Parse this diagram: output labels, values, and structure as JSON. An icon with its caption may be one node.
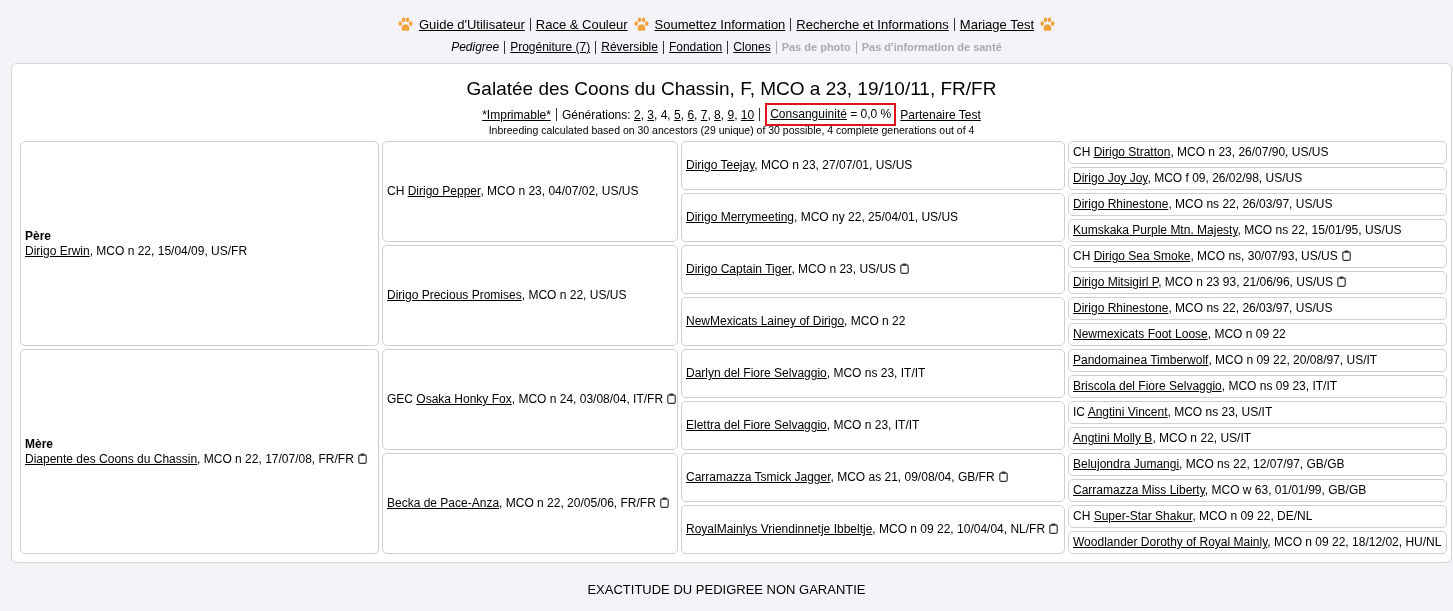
{
  "diagram": {
    "title": "Galatée des Coons du Chassin, F, MCO a 23, 19/10/11, FR/FR",
    "caption": "EXACTITUDE DU PEDIGREE NON GARANTIE",
    "nodes": [
      {
        "text": [
          "Consanguinité = 0,0 %"
        ]
      },
      {
        "text": [
          "Père",
          "Dirigo Erwin, MCO n 22, 15/04/09, US/FR"
        ]
      },
      {
        "text": [
          "CH Dirigo Pepper, MCO n 23, 04/07/02, US/US"
        ]
      },
      {
        "text": [
          "Dirigo Teejay, MCO n 23, 27/07/01, US/US"
        ]
      },
      {
        "text": [
          "CH Dirigo Stratton, MCO n 23, 26/07/90, US/US"
        ]
      },
      {
        "text": [
          "Dirigo Joy Joy, MCO f 09, 26/02/98, US/US"
        ]
      },
      {
        "text": [
          "Dirigo Merrymeeting, MCO ny 22, 25/04/01, US/US"
        ]
      },
      {
        "text": [
          "Dirigo Rhinestone, MCO ns 22, 26/03/97, US/US"
        ]
      },
      {
        "text": [
          "Kumskaka Purple Mtn. Majesty, MCO ns 22, 15/01/95, US/US"
        ]
      },
      {
        "text": [
          "Dirigo Precious Promises, MCO n 22, US/US"
        ]
      },
      {
        "text": [
          "Dirigo Captain Tiger, MCO n 23, US/US"
        ]
      },
      {
        "text": [
          "CH Dirigo Sea Smoke, MCO ns, 30/07/93, US/US"
        ]
      },
      {
        "text": [
          "Dirigo Mitsigirl P, MCO n 23 93, 21/06/96, US/US"
        ]
      },
      {
        "text": [
          "NewMexicats Lainey of Dirigo, MCO n 22"
        ]
      },
      {
        "text": [
          "Dirigo Rhinestone, MCO ns 22, 26/03/97, US/US"
        ]
      },
      {
        "text": [
          "Newmexicats Foot Loose, MCO n 09 22"
        ]
      },
      {
        "text": [
          "Mère",
          "Diapente des Coons du Chassin, MCO n 22, 17/07/08, FR/FR"
        ]
      },
      {
        "text": [
          "GEC Osaka Honky Fox, MCO n 24, 03/08/04, IT/FR"
        ]
      },
      {
        "text": [
          "Darlyn del Fiore Selvaggio, MCO ns 23, IT/IT"
        ]
      },
      {
        "text": [
          "Pandomainea Timberwolf, MCO n 09 22, 20/08/97, US/IT"
        ]
      },
      {
        "text": [
          "Briscola del Fiore Selvaggio, MCO ns 09 23, IT/IT"
        ]
      },
      {
        "text": [
          "Elettra del Fiore Selvaggio, MCO n 23, IT/IT"
        ]
      },
      {
        "text": [
          "IC Angtini Vincent, MCO ns 23, US/IT"
        ]
      },
      {
        "text": [
          "Angtini Molly B, MCO n 22, US/IT"
        ]
      },
      {
        "text": [
          "Becka de Pace-Anza, MCO n 22, 20/05/06, FR/FR"
        ]
      },
      {
        "text": [
          "Carramazza Tsmick Jagger, MCO as 21, 09/08/04, GB/FR"
        ]
      },
      {
        "text": [
          "Belujondra Jumangi, MCO ns 22, 12/07/97, GB/GB"
        ]
      },
      {
        "text": [
          "Carramazza Miss Liberty, MCO w 63, 01/01/99, GB/GB"
        ]
      },
      {
        "text": [
          "RoyalMainlys Vriendinnetje Ibbeltje, MCO n 09 22, 10/04/04, NL/FR"
        ]
      },
      {
        "text": [
          "CH Super-Star Shakur, MCO n 09 22, DE/NL"
        ]
      },
      {
        "text": [
          "Woodlander Dorothy of Royal Mainly, MCO n 09 22, 18/12/02, HU/NL"
        ]
      }
    ],
    "labels": [
      "Guide d'Utilisateur",
      "Race & Couleur",
      "Soumettez Information",
      "Recherche et Informations",
      "Mariage Test",
      "Pedigree",
      "Progéniture (7)",
      "Réversible",
      "Fondation",
      "Clones",
      "Pas de photo",
      "Pas d'information de santé",
      "*Imprimable*",
      "Générations: 2, 3, 4, 5, 6, 7, 8, 9, 10",
      "Partenaire Test",
      "Inbreeding calculated based on 30 ancestors (29 unique) of 30 possible, 4 complete generations out of 4"
    ]
  }
}
